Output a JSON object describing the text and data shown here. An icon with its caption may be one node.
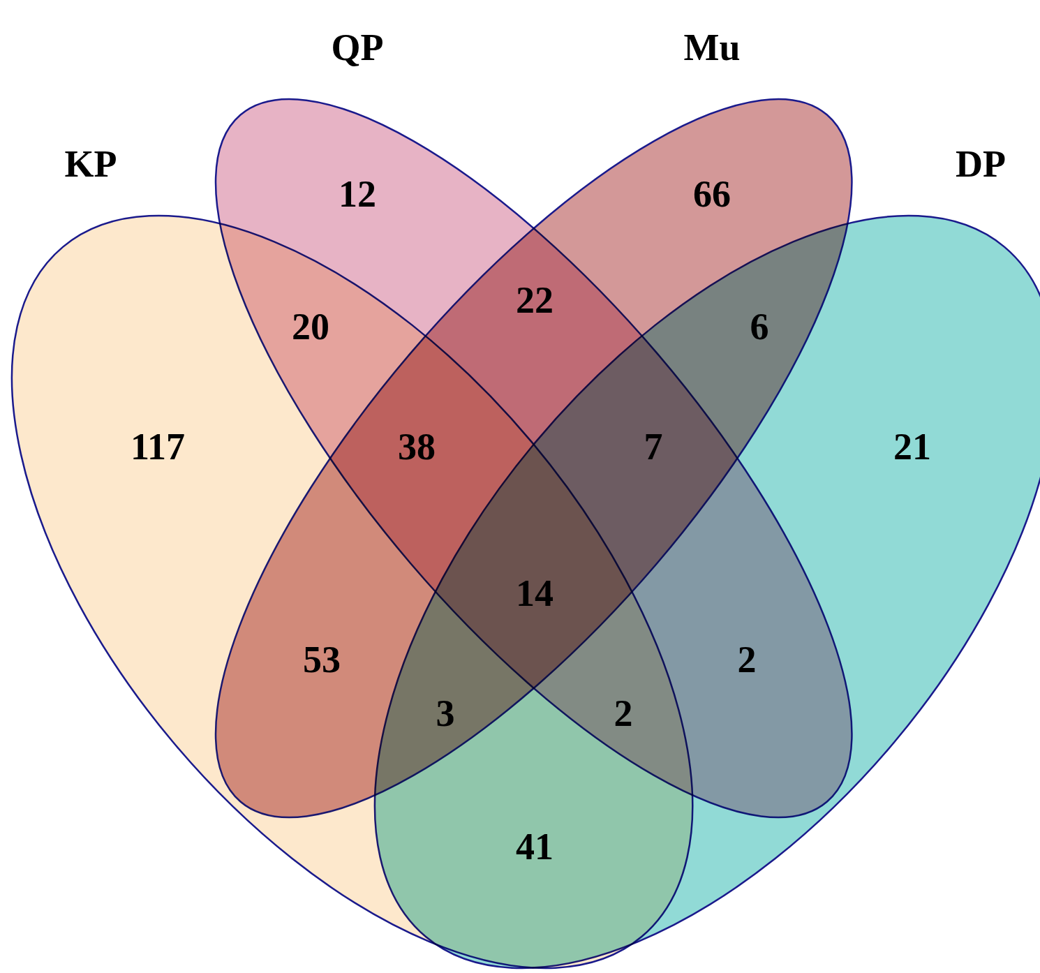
{
  "diagram": {
    "nodes": [
      {
        "text": [
          "KP"
        ]
      },
      {
        "text": [
          "QP"
        ]
      },
      {
        "text": [
          "Mu"
        ]
      },
      {
        "text": [
          "DP"
        ]
      }
    ],
    "labels": [
      "12",
      "66",
      "22",
      "20",
      "6",
      "117",
      "38",
      "7",
      "21",
      "14",
      "53",
      "2",
      "3",
      "2",
      "41"
    ]
  }
}
